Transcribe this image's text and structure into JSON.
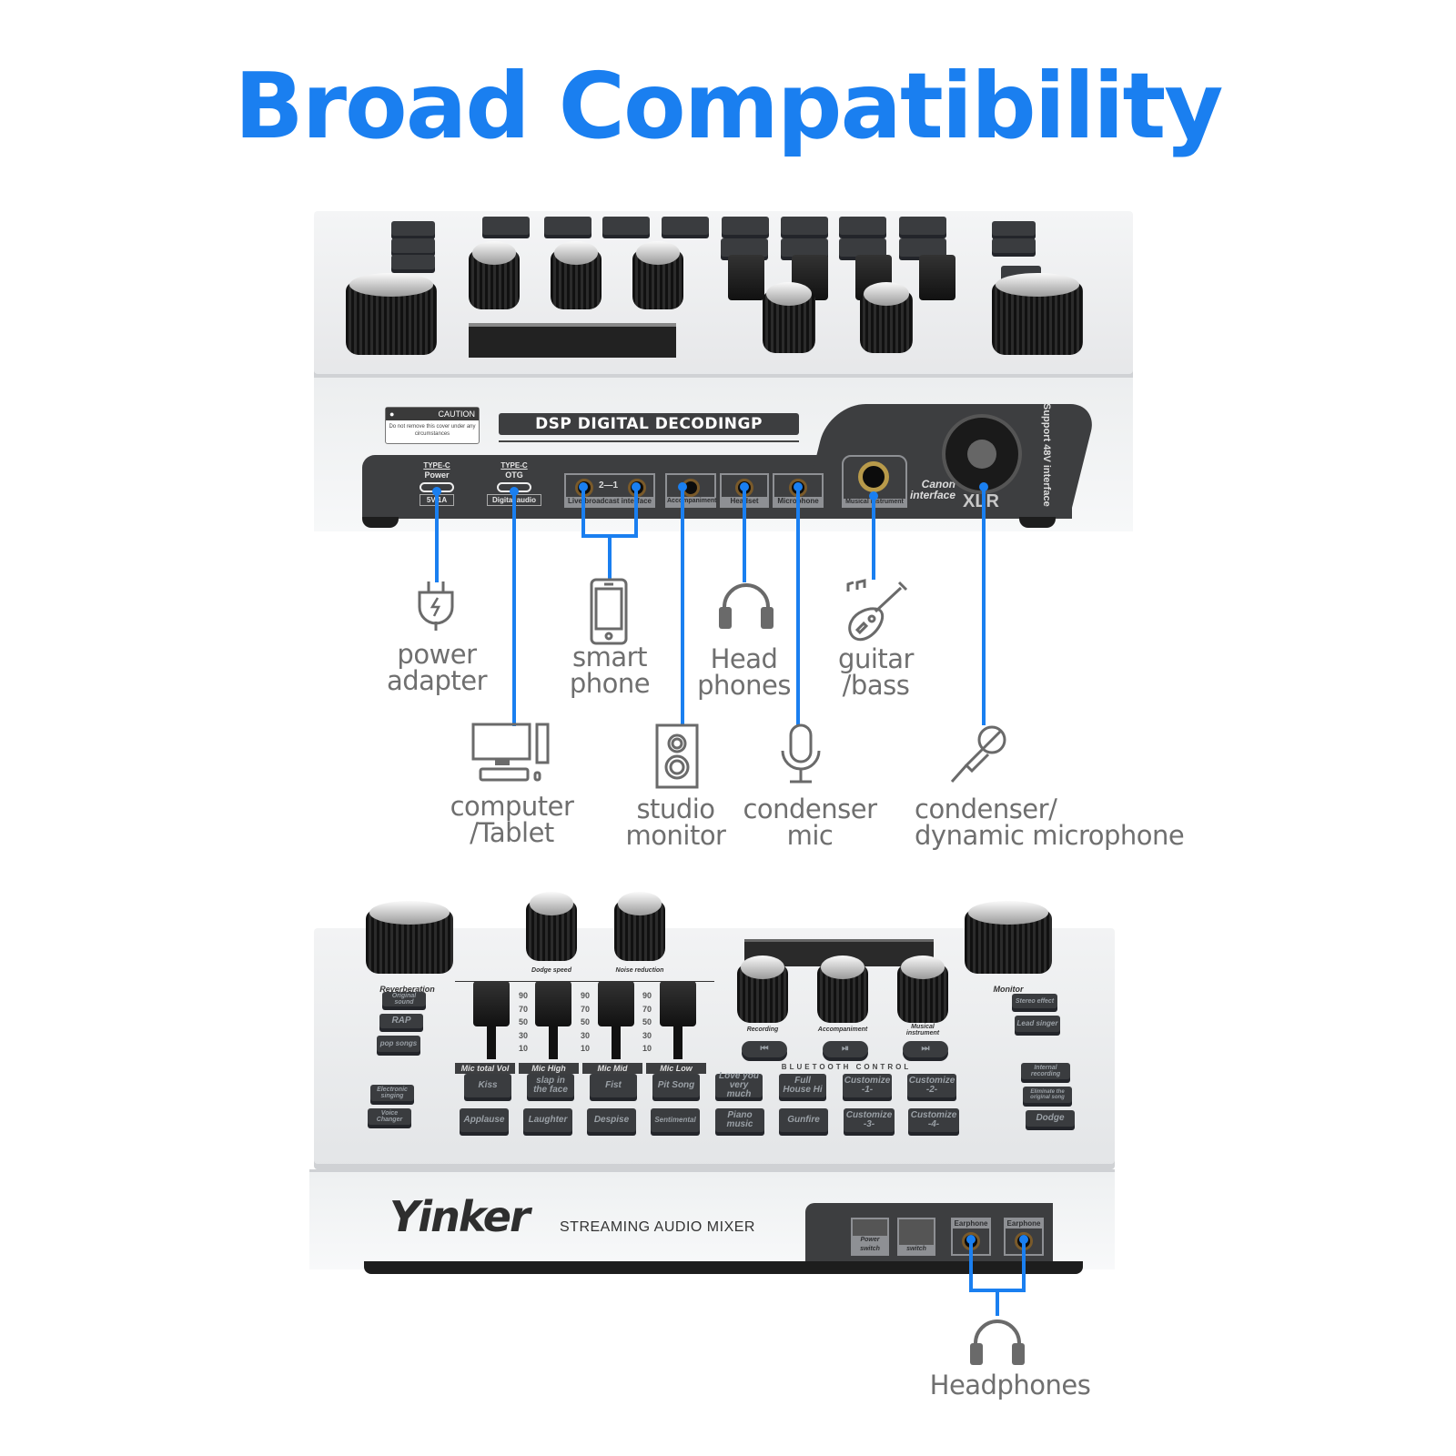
{
  "title": "Broad Compatibility",
  "colors": {
    "accent": "#1a7ff0",
    "label_gray": "#6f6f6f",
    "panel_dark": "#3d3e40"
  },
  "top_device": {
    "caution": {
      "heading": "CAUTION",
      "body": "Do not remove this cover under any circumstances"
    },
    "banner": "DSP DIGITAL DECODINGP",
    "ports": [
      {
        "top": "TYPE-C",
        "name": "Power",
        "sub": "5V/1A"
      },
      {
        "top": "TYPE-C",
        "name": "OTG",
        "sub": "Digital audio"
      },
      {
        "name": "Live broadcast interface",
        "indicator": "2—1"
      },
      {
        "name": "Accompaniment"
      },
      {
        "name": "Headset"
      },
      {
        "name": "Microphone"
      },
      {
        "name": "Musical instrument"
      },
      {
        "name": "Canon interface",
        "big": "XLR",
        "side": "Support 48V interface"
      }
    ]
  },
  "connections": [
    {
      "label_line1": "power",
      "label_line2": "adapter",
      "icon": "plug-icon"
    },
    {
      "label_line1": "computer",
      "label_line2": "/Tablet",
      "icon": "computer-icon"
    },
    {
      "label_line1": "smart",
      "label_line2": "phone",
      "icon": "smartphone-icon"
    },
    {
      "label_line1": "studio",
      "label_line2": "monitor",
      "icon": "speaker-icon"
    },
    {
      "label_line1": "Head",
      "label_line2": "phones",
      "icon": "headphones-icon"
    },
    {
      "label_line1": "condenser",
      "label_line2": "mic",
      "icon": "condenser-mic-icon"
    },
    {
      "label_line1": "guitar",
      "label_line2": "/bass",
      "icon": "guitar-icon"
    },
    {
      "label_line1": "condenser/",
      "label_line2": "dynamic microphone",
      "icon": "handheld-mic-icon"
    }
  ],
  "bottom_device": {
    "brand": "Yinker",
    "product": "STREAMING AUDIO MIXER",
    "knob_labels": [
      "Reverberation",
      "Dodge speed",
      "Noise reduction",
      "Monitor",
      "Recording",
      "Accompaniment",
      "Musical instrument"
    ],
    "fader_scale": [
      "90",
      "70",
      "50",
      "30",
      "10"
    ],
    "faders": [
      "Mic total Vol",
      "Mic High",
      "Mic Mid",
      "Mic Low"
    ],
    "bluetooth_label": "BLUETOOTH CONTROL",
    "left_keys_top": [
      "Original sound",
      "RAP",
      "pop songs"
    ],
    "left_keys_bottom": [
      "Electronic singing",
      "Voice Changer"
    ],
    "right_keys_top": [
      "Stereo effect",
      "Lead singer"
    ],
    "right_keys_bottom": [
      "Internal recording",
      "Eliminate the original song",
      "Dodge"
    ],
    "pad_row1": [
      "Kiss",
      "slap in the face",
      "Fist",
      "Pit Song",
      "Love you very much",
      "Full House Hi",
      "Customize -1-",
      "Customize -2-"
    ],
    "pad_row2": [
      "Applause",
      "Laughter",
      "Despise",
      "Sentimental",
      "Piano music",
      "Gunfire",
      "Customize -3-",
      "Customize -4-"
    ],
    "front_ports": [
      "Power switch",
      "switch",
      "Earphone",
      "Earphone"
    ],
    "output_label": "Headphones"
  }
}
